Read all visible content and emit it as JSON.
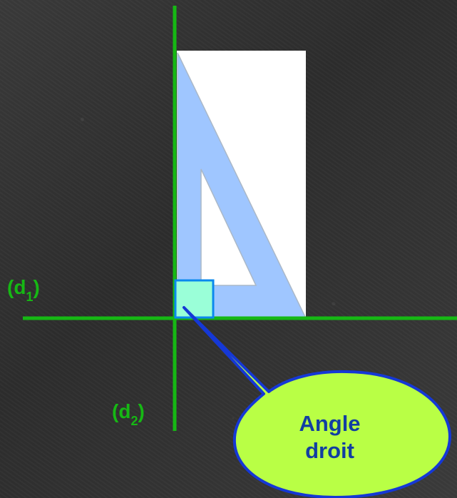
{
  "diagram": {
    "label_d1_main": "(d",
    "label_d1_sub": "1",
    "label_d1_end": ")",
    "label_d2_main": "(d",
    "label_d2_sub": "2",
    "label_d2_end": ")",
    "callout_line_1": "Angle",
    "callout_line_2": "droit",
    "colors": {
      "green": "#16b814",
      "triangle": "#9fc6ff",
      "right_angle_fill": "#9affd8",
      "right_angle_border": "#0b89ee",
      "callout_fill": "#b9ff45",
      "callout_border": "#1538d6",
      "callout_text": "#123ea2"
    }
  }
}
